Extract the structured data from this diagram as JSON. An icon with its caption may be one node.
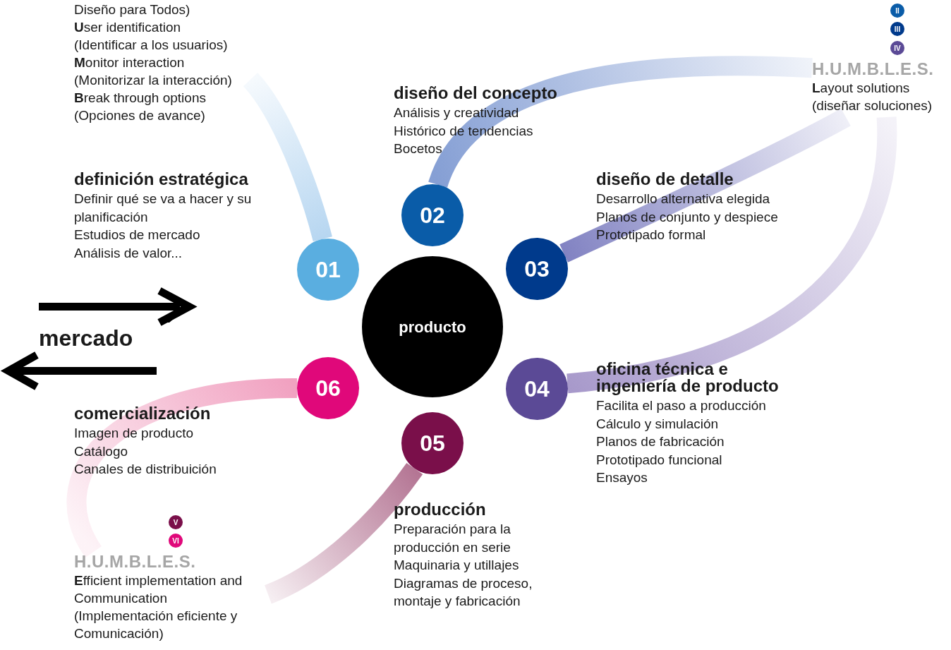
{
  "diagram": {
    "nodes": [
      {
        "text": [
          "producto"
        ]
      },
      {
        "text": [
          "01"
        ],
        "beside": [
          "definición estratégica",
          "Definir qué se va a hacer y su planificación",
          "Estudios de mercado",
          "Análisis de valor..."
        ]
      },
      {
        "text": [
          "02"
        ],
        "beside": [
          "diseño del concepto",
          "Análisis y creatividad",
          "Histórico de tendencias",
          "Bocetos"
        ]
      },
      {
        "text": [
          "03"
        ],
        "beside": [
          "diseño de detalle",
          "Desarrollo alternativa elegida",
          "Planos de conjunto y despiece",
          "Prototipado formal"
        ]
      },
      {
        "text": [
          "04"
        ],
        "beside": [
          "oficina técnica e ingeniería de producto",
          "Facilita el paso a producción",
          "Cálculo y simulación",
          "Planos de fabricación",
          "Prototipado funcional",
          "Ensayos"
        ]
      },
      {
        "text": [
          "05"
        ],
        "beside": [
          "producción",
          "Preparación para la producción en serie",
          "Maquinaria y utillajes",
          "Diagramas de proceso, montaje y fabricación"
        ]
      },
      {
        "text": [
          "06"
        ],
        "beside": [
          "comercialización",
          "Imagen de producto",
          "Catálogo",
          "Canales de distribuición"
        ]
      },
      {
        "text": [
          "Diseño para Todos)",
          "**U**ser identification",
          "(Identificar a los usuarios)",
          "**M**onitor interaction",
          "(Monitorizar la interacción)",
          "**B**reak through options",
          "(Opciones de avance)"
        ]
      },
      {
        "text": [
          "II"
        ]
      },
      {
        "text": [
          "III"
        ]
      },
      {
        "text": [
          "IV"
        ]
      },
      {
        "text": [
          "H.U.M.B.**L.**E.S.",
          "**L**ayout solutions",
          "(diseñar soluciones)"
        ]
      },
      {
        "text": [
          "V"
        ]
      },
      {
        "text": [
          "VI"
        ]
      },
      {
        "text": [
          "H.U.M.B.L.**E.**S.",
          "**E**fficient implementation and Communication",
          "(Implementación eficiente y Comunicación)"
        ]
      }
    ],
    "edges": [
      {
        "from": 1,
        "to": 7,
        "arrow": "none",
        "style": "thick",
        "color": "#b3d4f0"
      },
      {
        "from": 2,
        "to": 11,
        "arrow": "none",
        "style": "thick",
        "color": "#7f9ad2"
      },
      {
        "from": 3,
        "to": 11,
        "arrow": "none",
        "style": "thick",
        "color": "#7b7cbf"
      },
      {
        "from": 4,
        "to": 11,
        "arrow": "none",
        "style": "thick",
        "color": "#a394c8"
      },
      {
        "from": 5,
        "to": 14,
        "arrow": "none",
        "style": "thick",
        "color": "#b06e8e"
      },
      {
        "from": 6,
        "to": 14,
        "arrow": "none",
        "style": "thick",
        "color": "#f09cbd"
      }
    ],
    "labels": [
      "mercado"
    ]
  }
}
